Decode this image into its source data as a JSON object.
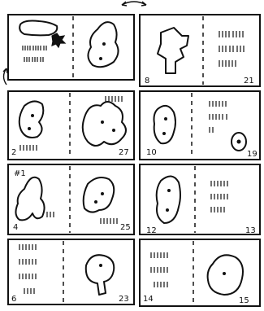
{
  "diagram": {
    "panels": [
      {
        "id": "p1",
        "number": ""
      },
      {
        "id": "p2",
        "number": ""
      },
      {
        "id": "p3",
        "number": "8"
      },
      {
        "id": "p4",
        "number": "21"
      },
      {
        "id": "p5",
        "number": "2"
      },
      {
        "id": "p6",
        "number": "27"
      },
      {
        "id": "p7",
        "number": "10"
      },
      {
        "id": "p8",
        "number": "19"
      },
      {
        "id": "p9",
        "number": "4"
      },
      {
        "id": "p10",
        "number": "25"
      },
      {
        "id": "p11",
        "number": "12"
      },
      {
        "id": "p12",
        "number": "13"
      },
      {
        "id": "p13",
        "number": "6"
      },
      {
        "id": "p14",
        "number": "23"
      },
      {
        "id": "p15",
        "number": "14"
      },
      {
        "id": "p16",
        "number": "15"
      }
    ],
    "corner_mark": "#1"
  }
}
